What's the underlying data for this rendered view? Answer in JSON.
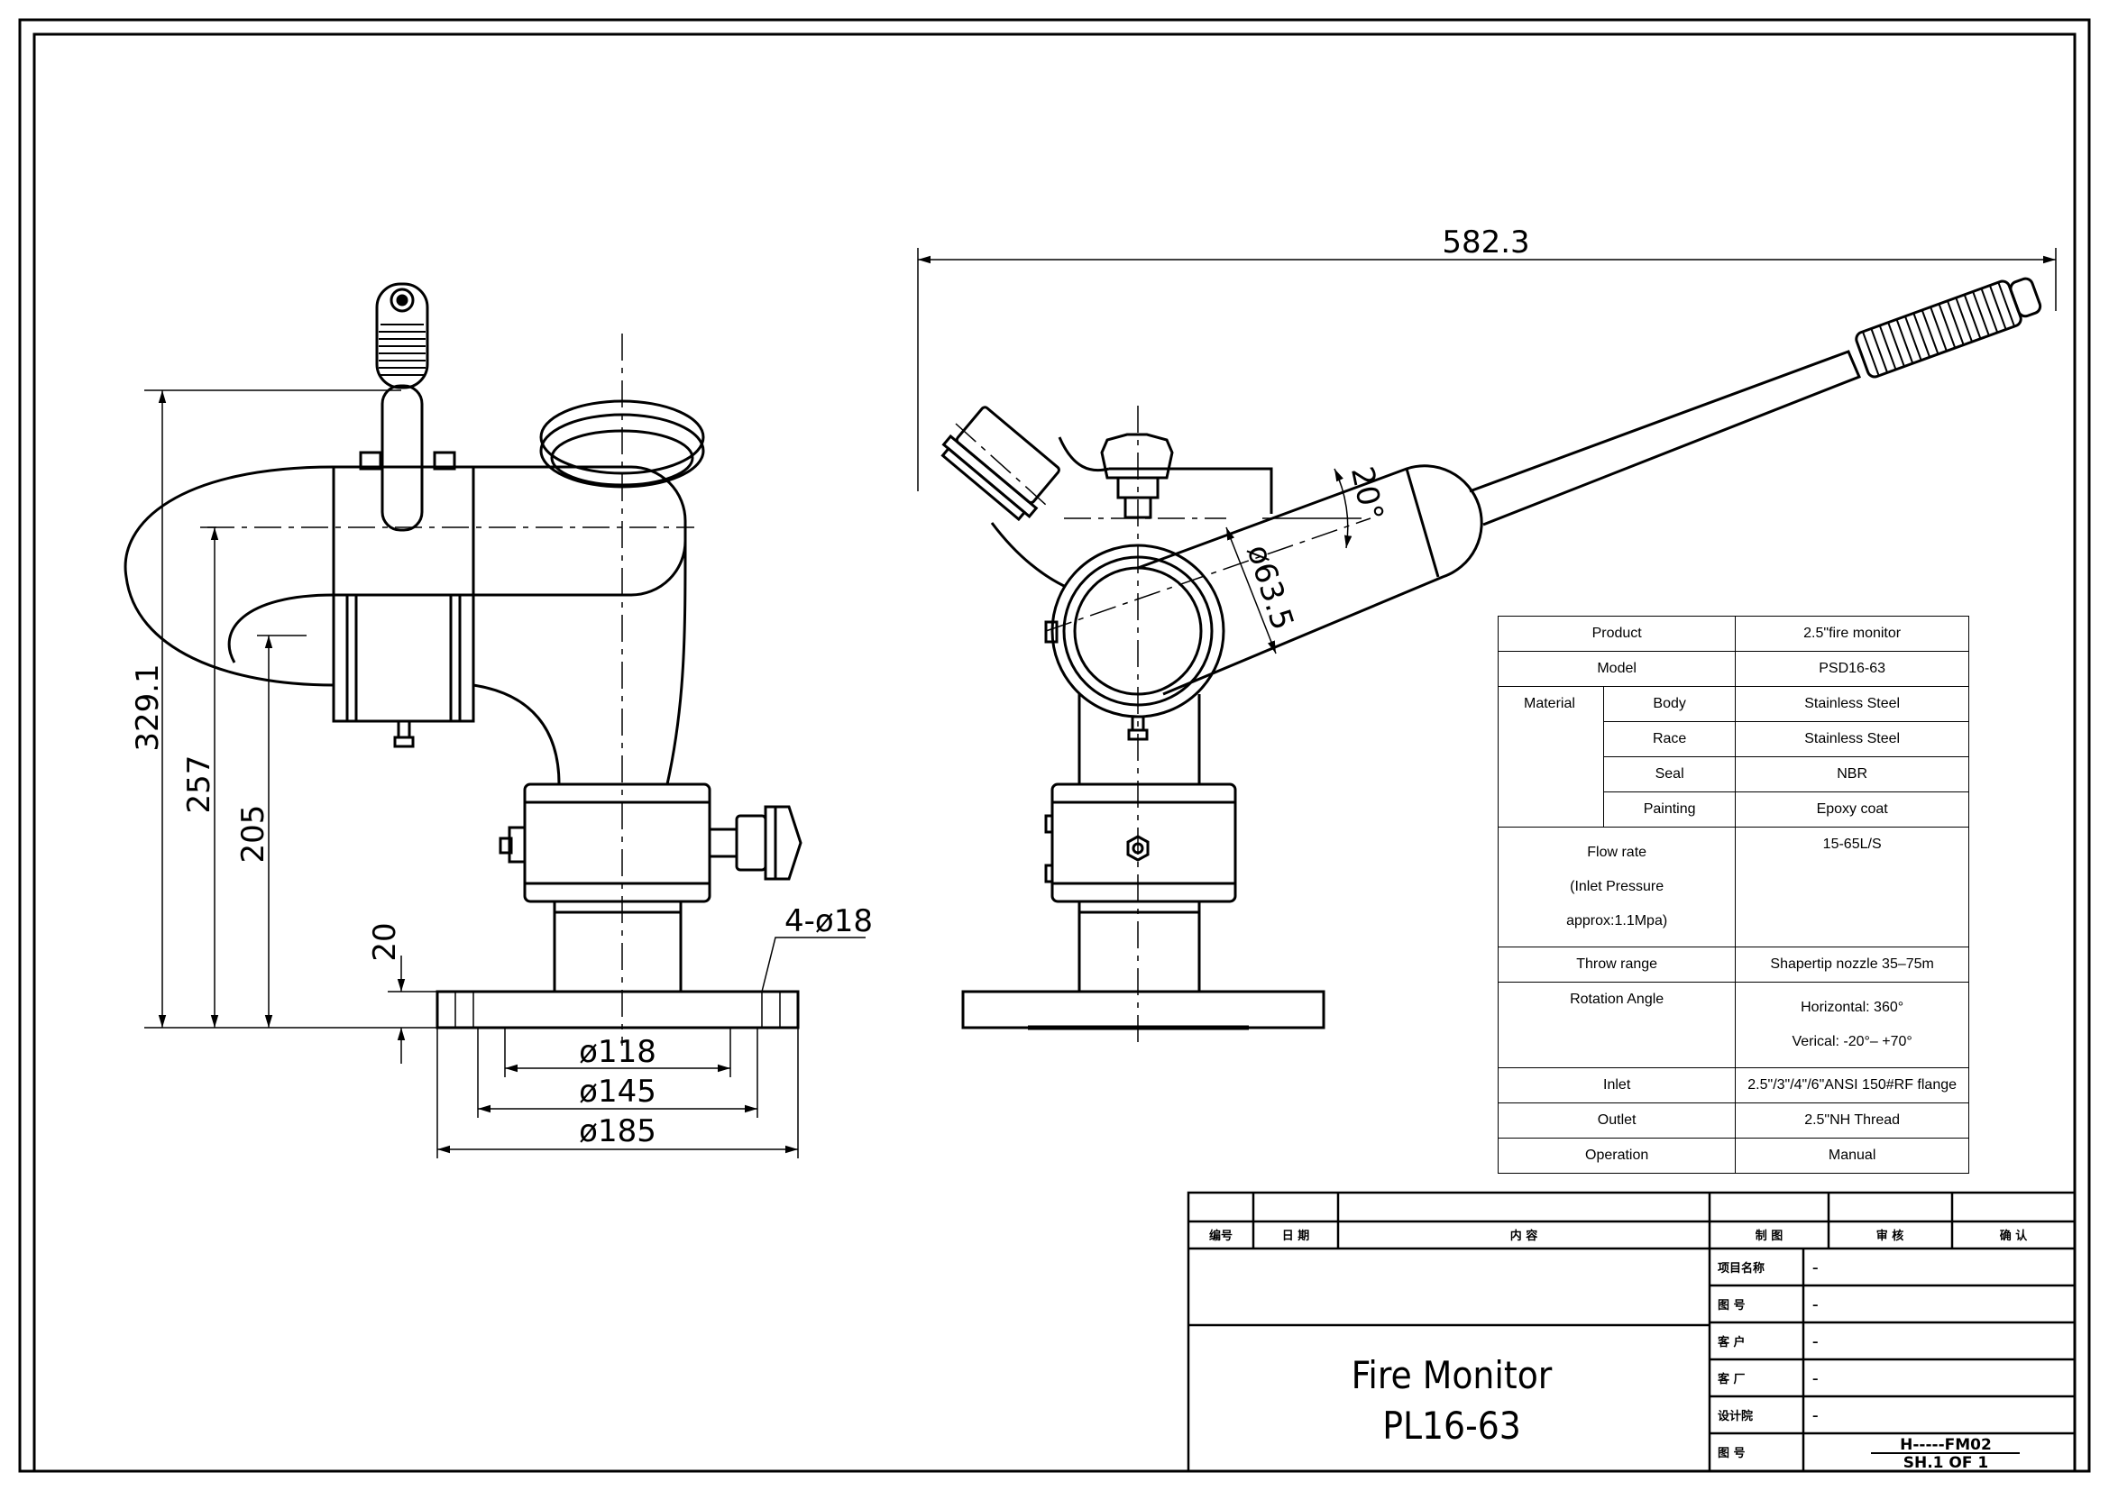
{
  "dimensions": {
    "overall_length": "582.3",
    "height_total": "329.1",
    "height_mid": "257",
    "height_low": "205",
    "flange_thickness": "20",
    "bolt_holes": "4-ø18",
    "dia_118": "ø118",
    "dia_145": "ø145",
    "dia_185": "ø185",
    "nozzle_dia": "ø63.5",
    "nozzle_angle": "20°"
  },
  "spec_table": {
    "rows": {
      "product": {
        "label": "Product",
        "value": "2.5\"fire monitor"
      },
      "model": {
        "label": "Model",
        "value": "PSD16-63"
      },
      "material": {
        "label": "Material",
        "body": {
          "label": "Body",
          "value": "Stainless Steel"
        },
        "race": {
          "label": "Race",
          "value": "Stainless Steel"
        },
        "seal": {
          "label": "Seal",
          "value": "NBR"
        },
        "painting": {
          "label": "Painting",
          "value": "Epoxy coat"
        }
      },
      "flow_rate": {
        "label_line1": "Flow rate",
        "label_line2": "(Inlet Pressure",
        "label_line3": "approx:1.1Mpa)",
        "value": "15-65L/S"
      },
      "throw_range": {
        "label": "Throw range",
        "value": "Shapertip nozzle 35–75m"
      },
      "rotation": {
        "label": "Rotation Angle",
        "value_line1": "Horizontal: 360°",
        "value_line2": "Verical: -20°– +70°"
      },
      "inlet": {
        "label": "Inlet",
        "value": "2.5\"/3\"/4\"/6\"ANSI 150#RF flange"
      },
      "outlet": {
        "label": "Outlet",
        "value": "2.5\"NH Thread"
      },
      "operation": {
        "label": "Operation",
        "value": "Manual"
      }
    }
  },
  "title_block": {
    "header": {
      "col1": "编号",
      "col2": "日 期",
      "col3": "内 容",
      "col4": "制 图",
      "col5": "审 核",
      "col6": "确 认"
    },
    "fields": [
      {
        "label": "项目名称",
        "value": "–"
      },
      {
        "label": "图 号",
        "value": "–"
      },
      {
        "label": "客 户",
        "value": "–"
      },
      {
        "label": "客 厂",
        "value": "–"
      },
      {
        "label": "设计院",
        "value": "–"
      },
      {
        "label": "图 号",
        "value": "H-----FM02"
      }
    ],
    "sheet": "SH.1 OF 1",
    "title_line1": "Fire Monitor",
    "title_line2": "PL16-63"
  }
}
